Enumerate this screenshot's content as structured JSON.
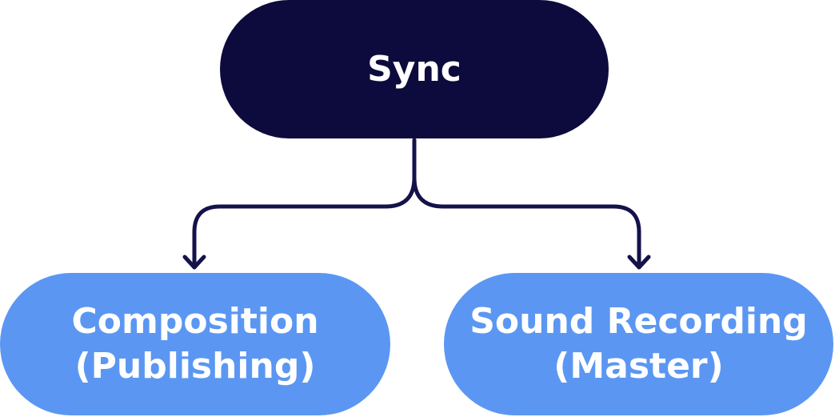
{
  "diagram": {
    "root": {
      "label": "Sync"
    },
    "children": [
      {
        "line1": "Composition",
        "line2": "(Publishing)"
      },
      {
        "line1": "Sound Recording",
        "line2": "(Master)"
      }
    ]
  },
  "colors": {
    "root_fill": "#0d0b3d",
    "child_fill": "#5b97f2",
    "connector": "#14124a",
    "text": "#ffffff"
  }
}
